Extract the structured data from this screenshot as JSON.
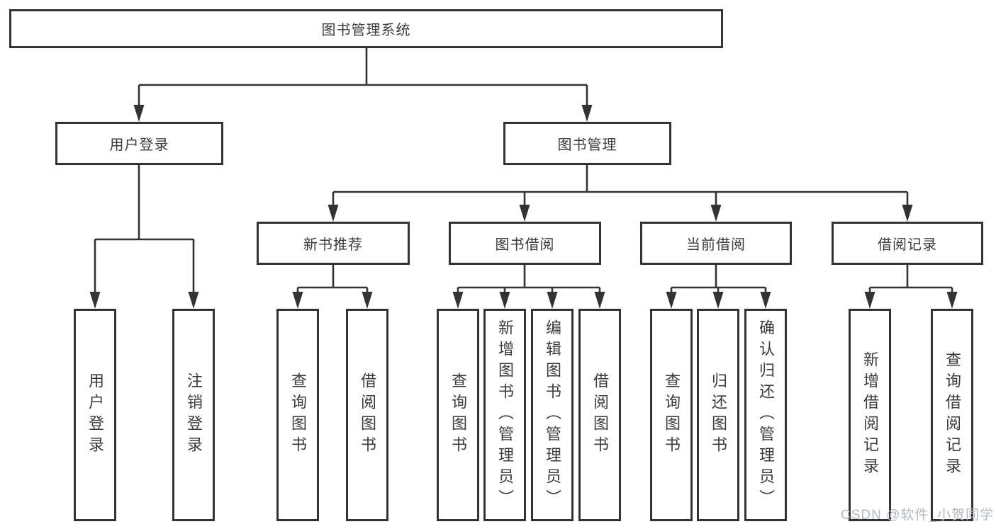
{
  "tree": {
    "label": "图书管理系统",
    "children": [
      {
        "label": "用户登录",
        "children": [
          {
            "label": "用户登录"
          },
          {
            "label": "注销登录"
          }
        ]
      },
      {
        "label": "图书管理",
        "children": [
          {
            "label": "新书推荐",
            "children": [
              {
                "label": "查询图书"
              },
              {
                "label": "借阅图书"
              }
            ]
          },
          {
            "label": "图书借阅",
            "children": [
              {
                "label": "查询图书"
              },
              {
                "label": "新增图书（管理员）"
              },
              {
                "label": "编辑图书（管理员）"
              },
              {
                "label": "借阅图书"
              }
            ]
          },
          {
            "label": "当前借阅",
            "children": [
              {
                "label": "查询图书"
              },
              {
                "label": "归还图书"
              },
              {
                "label": "确认归还（管理员）"
              }
            ]
          },
          {
            "label": "借阅记录",
            "children": [
              {
                "label": "新增借阅记录"
              },
              {
                "label": "查询借阅记录"
              }
            ]
          }
        ]
      }
    ]
  },
  "watermark": {
    "text": "CSDN @软件_小贺同学"
  },
  "colors": {
    "line": "#333333",
    "text": "#3b3b3b",
    "watermark": "#b3b9c0",
    "background": "#ffffff"
  }
}
